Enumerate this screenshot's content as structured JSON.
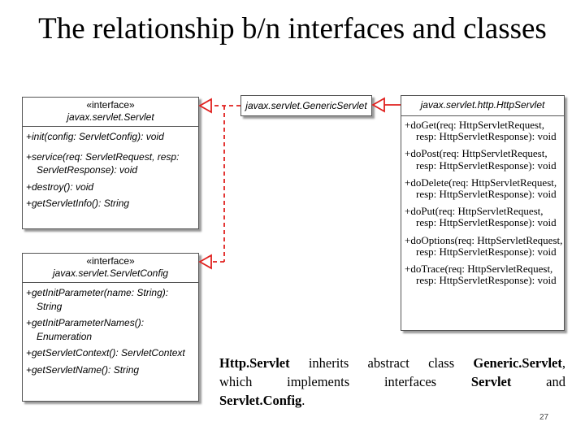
{
  "slide": {
    "title": "The relationship b/n interfaces and classes",
    "page_number": "27"
  },
  "servlet": {
    "stereotype": "«interface»",
    "name": "javax.servlet.Servlet",
    "methods": [
      "+init(config: ServletConfig): void",
      "+service(req: ServletRequest, resp:",
      "ServletResponse): void",
      "+destroy(): void",
      "+getServletInfo(): String"
    ]
  },
  "servlet_config": {
    "stereotype": "«interface»",
    "name": "javax.servlet.ServletConfig",
    "methods": [
      "+getInitParameter(name: String):",
      "String",
      "+getInitParameterNames():",
      "Enumeration",
      "+getServletContext(): ServletContext",
      "+getServletName(): String"
    ]
  },
  "generic_servlet": {
    "name": "javax.servlet.GenericServlet"
  },
  "http_servlet": {
    "name": "javax.servlet.http.HttpServlet",
    "methods": [
      "+doGet(req: HttpServletRequest,",
      "resp: HttpServletResponse): void",
      "+doPost(req: HttpServletRequest,",
      "resp: HttpServletResponse): void",
      "+doDelete(req: HttpServletRequest,",
      "resp: HttpServletResponse): void",
      "+doPut(req: HttpServletRequest,",
      "resp: HttpServletResponse): void",
      "+doOptions(req: HttpServletRequest,",
      "resp: HttpServletResponse): void",
      "+doTrace(req: HttpServletRequest,",
      "resp: HttpServletResponse): void"
    ]
  },
  "caption": {
    "line1_a": "Http.Servlet",
    "line1_b": " inherits abstract class ",
    "line1_c": "Generic.Servlet",
    "line1_d": ",",
    "line2_a": "which implements interfaces ",
    "line2_b": "Servlet",
    "line2_c": " and",
    "line3_a": "Servlet.Config",
    "line3_b": "."
  },
  "colors": {
    "arrow": "#e0201e",
    "border": "#555555"
  }
}
